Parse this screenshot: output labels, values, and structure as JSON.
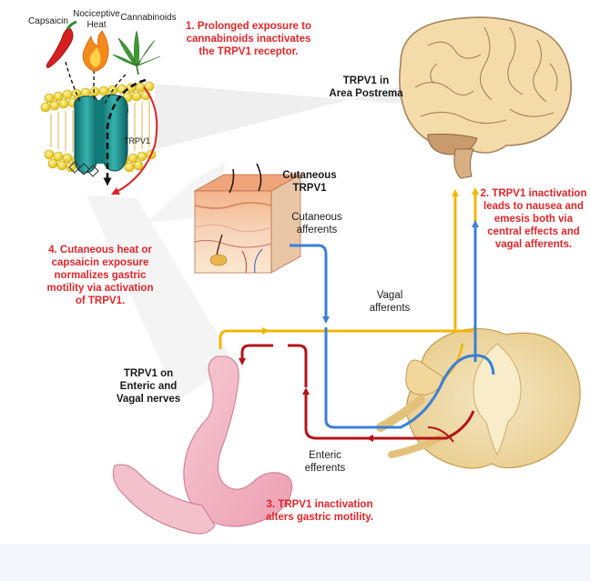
{
  "membrane": {
    "capsaicin_label": "Capsaicin",
    "heat_label_line1": "Nociceptive",
    "heat_label_line2": "Heat",
    "cannabinoids_label": "Cannabinoids",
    "channel_label": "TRPV1"
  },
  "notes": {
    "note1": [
      "1. Prolonged exposure to",
      "cannabinoids inactivates",
      "the TRPV1 receptor."
    ],
    "note2": [
      "2. TRPV1 inactivation",
      "leads to nausea and",
      "emesis both via",
      "central effects and",
      "vagal afferents."
    ],
    "note3": [
      "3. TRPV1 inactivation",
      "alters gastric motility."
    ],
    "note4": [
      "4. Cutaneous heat or",
      "capsaicin exposure",
      "normalizes gastric",
      "motility via activation",
      "of TRPV1."
    ]
  },
  "labels": {
    "brain": [
      "TRPV1 in",
      "Area Postrema"
    ],
    "skin": [
      "Cutaneous",
      "TRPV1"
    ],
    "cutaneous_afferents": [
      "Cutaneous",
      "afferents"
    ],
    "vagal_afferents": [
      "Vagal",
      "afferents"
    ],
    "enteric_nerves": [
      "TRPV1 on",
      "Enteric and",
      "Vagal nerves"
    ],
    "enteric_efferents": [
      "Enteric",
      "efferents"
    ]
  },
  "colors": {
    "note_red": "#e0262a",
    "vagal_yellow": "#f2b705",
    "afferent_blue": "#3b7fd6",
    "efferent_red": "#b3141b",
    "stomach_pink": "#f3b6c4",
    "spine_cream": "#f6e3b4",
    "brain_tan": "#f2d8a4"
  }
}
